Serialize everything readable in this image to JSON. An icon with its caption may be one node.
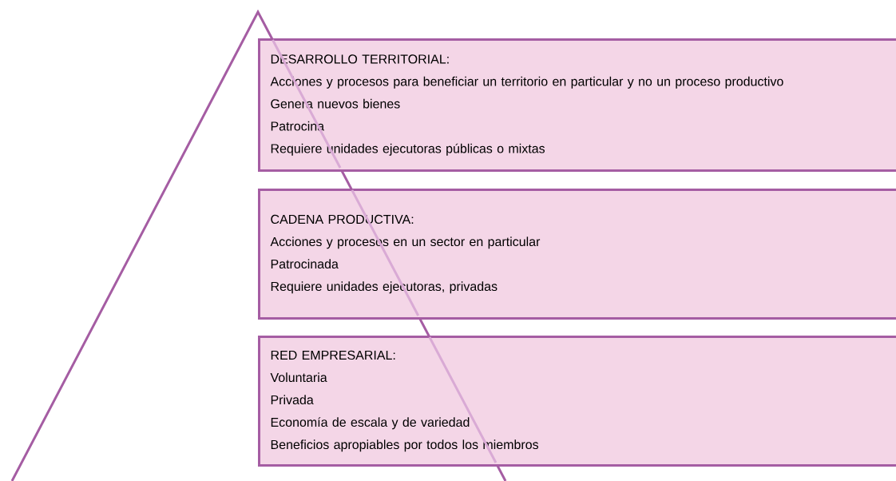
{
  "diagram": {
    "nodes": [
      {
        "text": [
          "DESARROLLO TERRITORIAL:",
          "Acciones y procesos para beneficiar un territorio en particular y no un proceso productivo",
          "Genera nuevos bienes",
          "Patrocina",
          "Requiere unidades ejecutoras públicas o mixtas"
        ]
      },
      {
        "text": [
          "CADENA PRODUCTIVA:",
          "Acciones y procesos en un sector en particular",
          "Patrocinada",
          "Requiere unidades ejecutoras, privadas"
        ]
      },
      {
        "text": [
          "RED EMPRESARIAL:",
          "Voluntaria",
          "Privada",
          "Economía de escala y de variedad",
          "Beneficios apropiables por todos los miembros"
        ]
      }
    ]
  }
}
